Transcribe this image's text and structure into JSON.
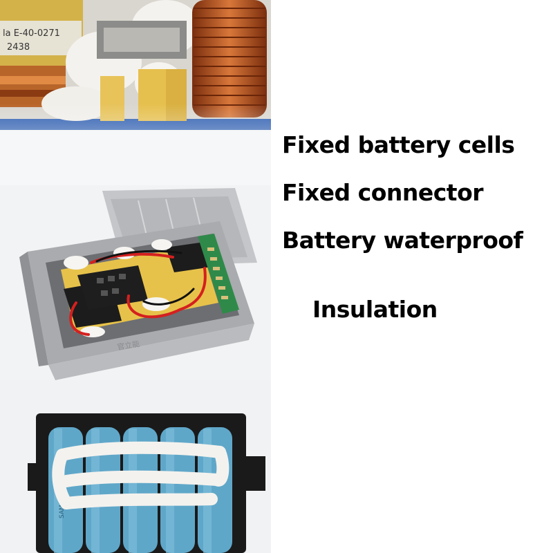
{
  "captions": {
    "fixed_battery_cells": "Fixed battery cells",
    "fixed_connector": "Fixed connector",
    "battery_waterproof": "Battery waterproof",
    "insulation": "Insulation"
  },
  "photos": {
    "top": {
      "label_line1": "la E-40-0271",
      "label_line2": "2438"
    },
    "middle": {
      "case_text": "官立能"
    },
    "bottom": {
      "cell_text": "SAMSUNG SDI"
    }
  },
  "colors": {
    "copper": "#b5531f",
    "pcb_blue": "#1f4fa0",
    "case_gray": "#a9abae",
    "cell_blue": "#5fa7c9",
    "holder_black": "#1a1a1a",
    "glue_white": "#f4f2ee",
    "wire_red": "#d4201f",
    "board_green": "#2f8a4a"
  }
}
